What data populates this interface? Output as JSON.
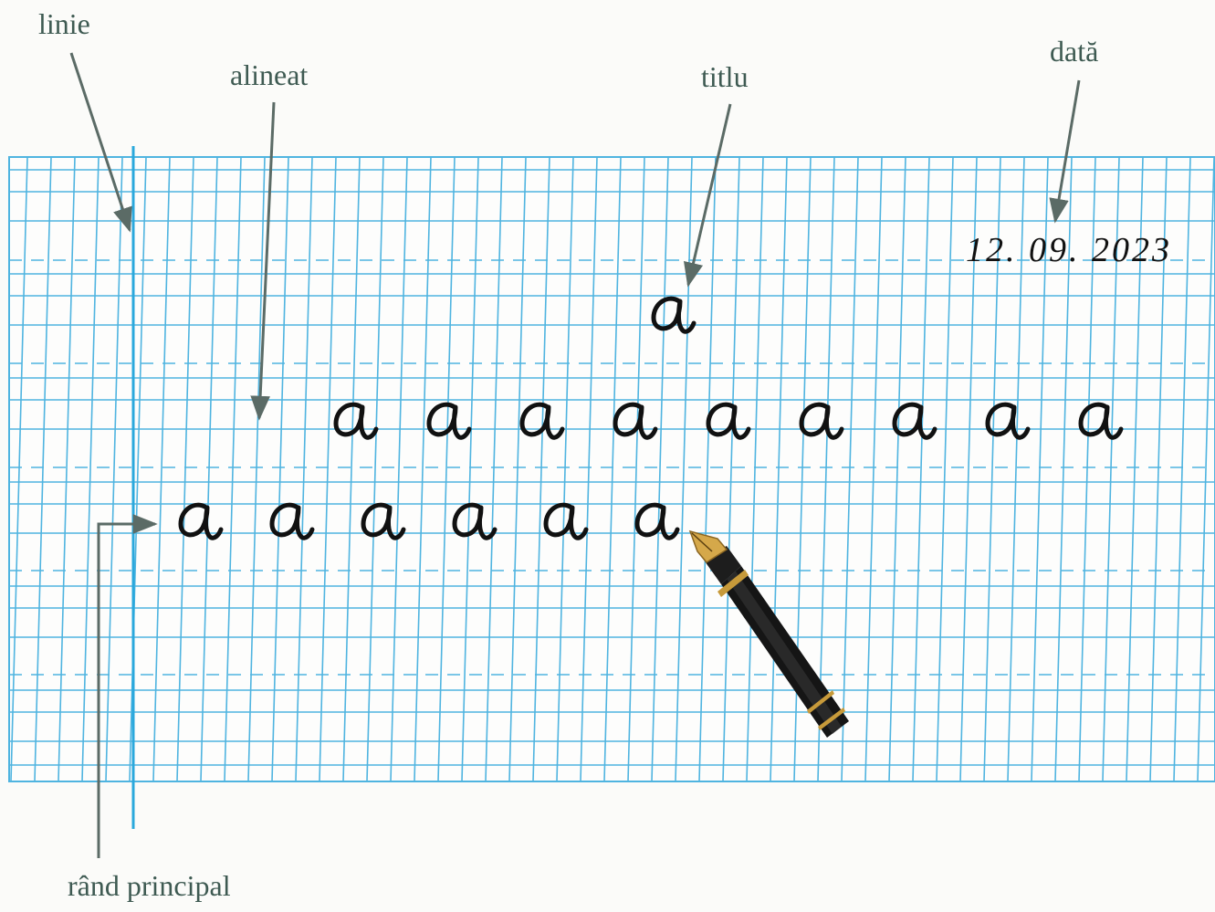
{
  "labels": {
    "linie": "linie",
    "alineat": "alineat",
    "titlu": "titlu",
    "data": "dată",
    "rand_principal": "rând principal"
  },
  "notebook": {
    "date": "12. 09. 2023",
    "title_letter": "a",
    "row1_count": 9,
    "row2_count": 6
  },
  "colors": {
    "grid": "#4fb4e0",
    "margin_line": "#2aa8dc",
    "arrow": "#5b6b66",
    "label": "#3e5a52",
    "ink": "#111111"
  }
}
